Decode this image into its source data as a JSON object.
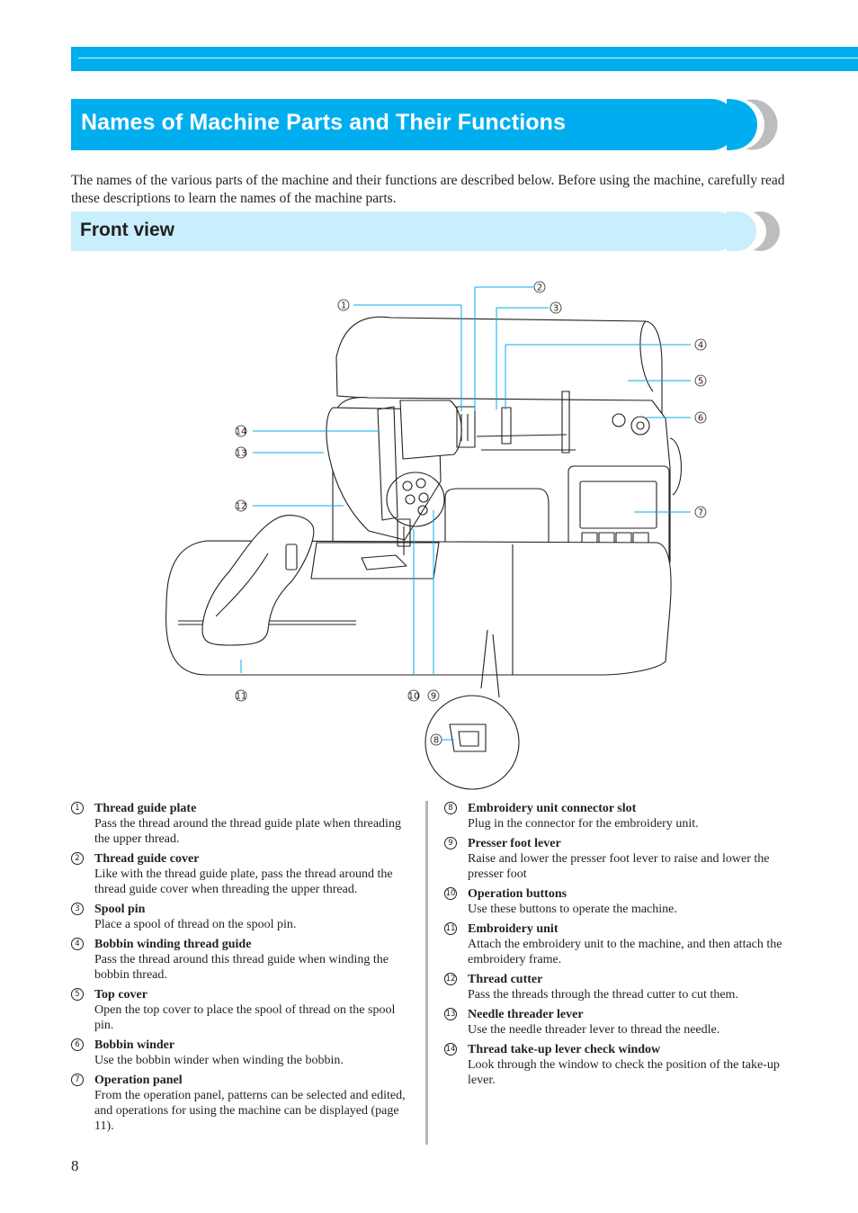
{
  "header": {
    "title": "Names of Machine Parts and Their Functions",
    "intro": "The names of the various parts of the machine and their functions are described below. Before using the machine, carefully read these descriptions to learn the names of the machine parts."
  },
  "section": {
    "title": "Front view"
  },
  "figure": {
    "callouts": [
      "1",
      "2",
      "3",
      "4",
      "5",
      "6",
      "7",
      "8",
      "9",
      "10",
      "11",
      "12",
      "13",
      "14"
    ]
  },
  "parts_left": [
    {
      "num": "1",
      "name": "Thread guide plate",
      "desc": "Pass the thread around the thread guide plate when threading the upper thread."
    },
    {
      "num": "2",
      "name": "Thread guide cover",
      "desc": "Like with the thread guide plate, pass the thread around the thread guide cover when threading the upper thread."
    },
    {
      "num": "3",
      "name": "Spool pin",
      "desc": "Place a spool of thread on the spool pin."
    },
    {
      "num": "4",
      "name": "Bobbin winding thread guide",
      "desc": "Pass the thread around this thread guide when winding the bobbin thread."
    },
    {
      "num": "5",
      "name": "Top cover",
      "desc": "Open the top cover to place the spool of thread on the spool pin."
    },
    {
      "num": "6",
      "name": "Bobbin winder",
      "desc": "Use the bobbin winder when winding the bobbin."
    },
    {
      "num": "7",
      "name": "Operation panel",
      "desc": "From the operation panel, patterns can be selected and edited, and operations for using the machine can be displayed (page 11)."
    }
  ],
  "parts_right": [
    {
      "num": "8",
      "name": "Embroidery unit connector slot",
      "desc": "Plug in the connector for the embroidery unit."
    },
    {
      "num": "9",
      "name": "Presser foot lever",
      "desc": "Raise and lower the presser foot lever to raise and lower the presser foot"
    },
    {
      "num": "10",
      "name": "Operation buttons",
      "desc": "Use these buttons to operate the machine."
    },
    {
      "num": "11",
      "name": "Embroidery unit",
      "desc": "Attach the embroidery unit to the machine, and then attach the embroidery frame."
    },
    {
      "num": "12",
      "name": "Thread cutter",
      "desc": "Pass the threads through the thread cutter to cut them."
    },
    {
      "num": "13",
      "name": "Needle threader lever",
      "desc": "Use the needle threader lever to thread the needle."
    },
    {
      "num": "14",
      "name": "Thread take-up lever check window",
      "desc": "Look through the window to check the position of the take-up lever."
    }
  ],
  "footer": {
    "page_number": "8"
  },
  "colors": {
    "accent": "#00aeef",
    "section_bg": "#c9eefc",
    "deco_gray": "#bcbdbf",
    "divider": "#b5b5b5"
  }
}
